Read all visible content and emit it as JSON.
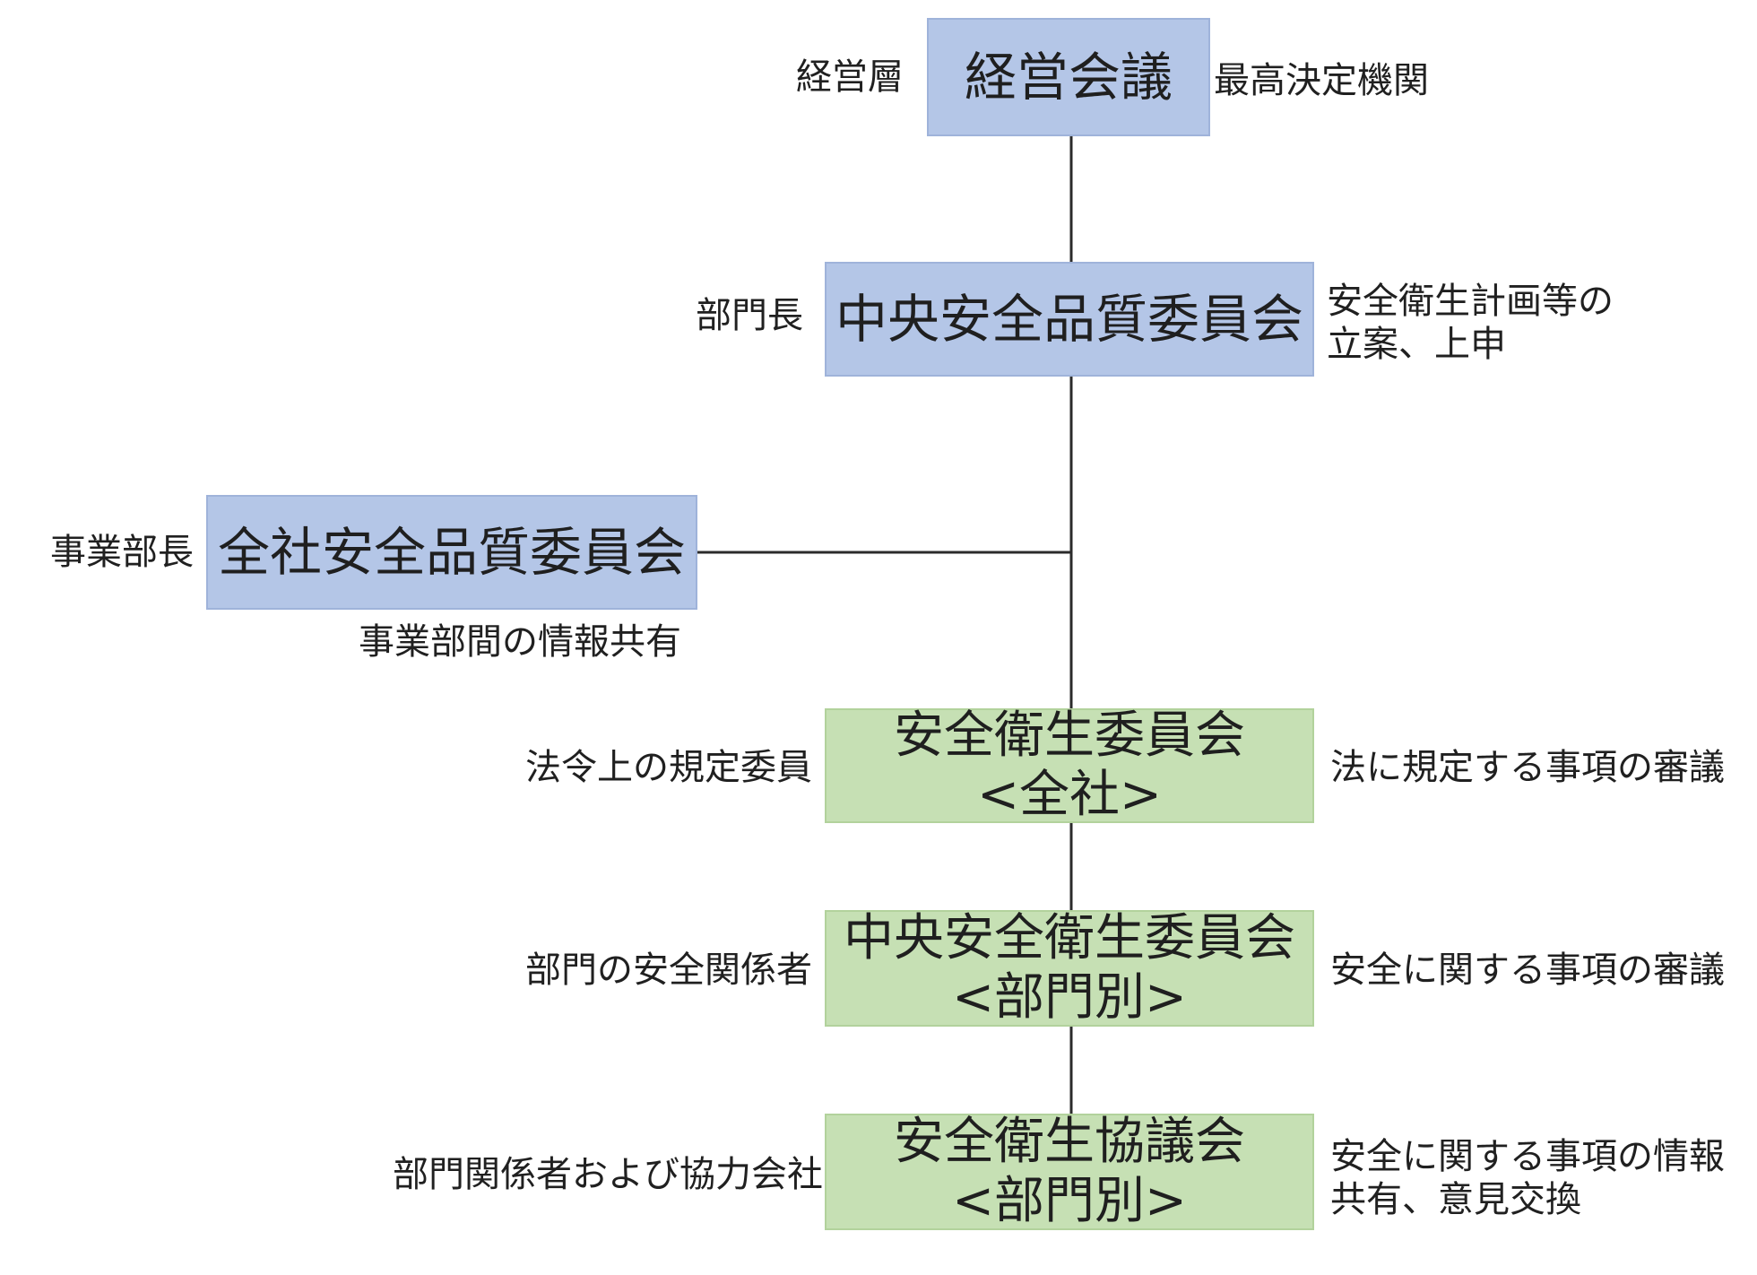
{
  "nodes": {
    "management_meeting": {
      "title": "経営会議",
      "color": "#b4c6e7"
    },
    "central_safety_quality": {
      "title": "中央安全品質委員会",
      "color": "#b4c6e7"
    },
    "company_safety_quality": {
      "title": "全社安全品質委員会",
      "color": "#b4c6e7"
    },
    "safety_health_company": {
      "title": "安全衛生委員会",
      "subtitle": "<全社>",
      "color": "#c6e0b4"
    },
    "central_safety_health": {
      "title": "中央安全衛生委員会",
      "subtitle": "<部門別>",
      "color": "#c6e0b4"
    },
    "safety_health_council": {
      "title": "安全衛生協議会",
      "subtitle": "<部門別>",
      "color": "#c6e0b4"
    }
  },
  "labels": {
    "management_left": "経営層",
    "management_right": "最高決定機関",
    "central_sq_left": "部門長",
    "central_sq_right_1": "安全衛生計画等の",
    "central_sq_right_2": "立案、上申",
    "company_sq_left": "事業部長",
    "company_sq_below": "事業部間の情報共有",
    "sh_company_left": "法令上の規定委員",
    "sh_company_right": "法に規定する事項の審議",
    "central_sh_left": "部門の安全関係者",
    "central_sh_right": "安全に関する事項の審議",
    "council_left": "部門関係者および協力会社",
    "council_right_1": "安全に関する事項の情報",
    "council_right_2": "共有、意見交換"
  }
}
